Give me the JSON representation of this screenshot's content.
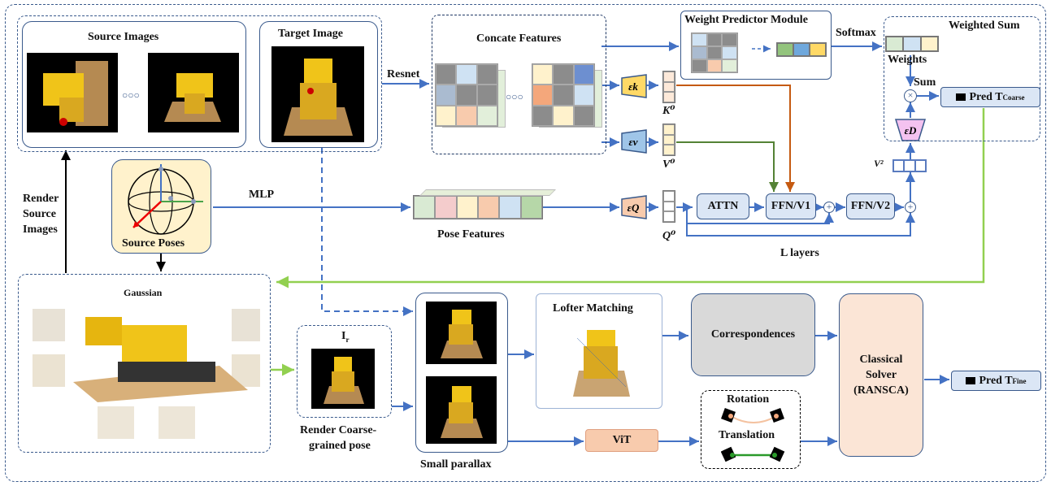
{
  "labels": {
    "source_images": "Source Images",
    "target_image": "Target Image",
    "concate_features": "Concate Features",
    "weight_predictor": "Weight Predictor Module",
    "weighted_sum": "Weighted Sum",
    "softmax": "Softmax",
    "weights": "Weights",
    "sum": "Sum",
    "resnet": "Resnet",
    "mlp": "MLP",
    "pose_features": "Pose Features",
    "source_poses": "Source Poses",
    "render_source_1": "Render",
    "render_source_2": "Source",
    "render_source_3": "Images",
    "attn": "ATTN",
    "ffn_v1": "FFN/V1",
    "ffn_v2": "FFN/V2",
    "l_layers": "L layers",
    "k0": "K⁰",
    "v0": "V⁰",
    "q0": "Q⁰",
    "v2": "V²",
    "eps_k": "εk",
    "eps_v": "εv",
    "eps_q": "εQ",
    "eps_d": "εD",
    "pred_coarse": "Pred T",
    "pred_coarse_sub": "Coarse",
    "pred_fine": "Pred T",
    "pred_fine_sub": "Fine",
    "gaussian": "Gaussian",
    "ir": "I",
    "ir_sub": "r",
    "render_coarse_1": "Render Coarse-",
    "render_coarse_2": "grained pose",
    "small_parallax": "Small parallax",
    "lofter_matching": "Lofter Matching",
    "correspondences": "Correspondences",
    "solver_1": "Classical",
    "solver_2": "Solver",
    "solver_3": "(RANSCA)",
    "vit": "ViT",
    "rotation": "Rotation",
    "translation": "Translation",
    "ellipsis": "○○○"
  },
  "colors": {
    "arrow_blue": "#4472c4",
    "arrow_green": "#92d050",
    "arrow_orange": "#c55a11",
    "arrow_darkgreen": "#548235",
    "pose_cells": [
      "#d9ead3",
      "#f4cccc",
      "#fff2cc",
      "#f8cbad",
      "#cfe2f3",
      "#b6d7a8"
    ]
  }
}
